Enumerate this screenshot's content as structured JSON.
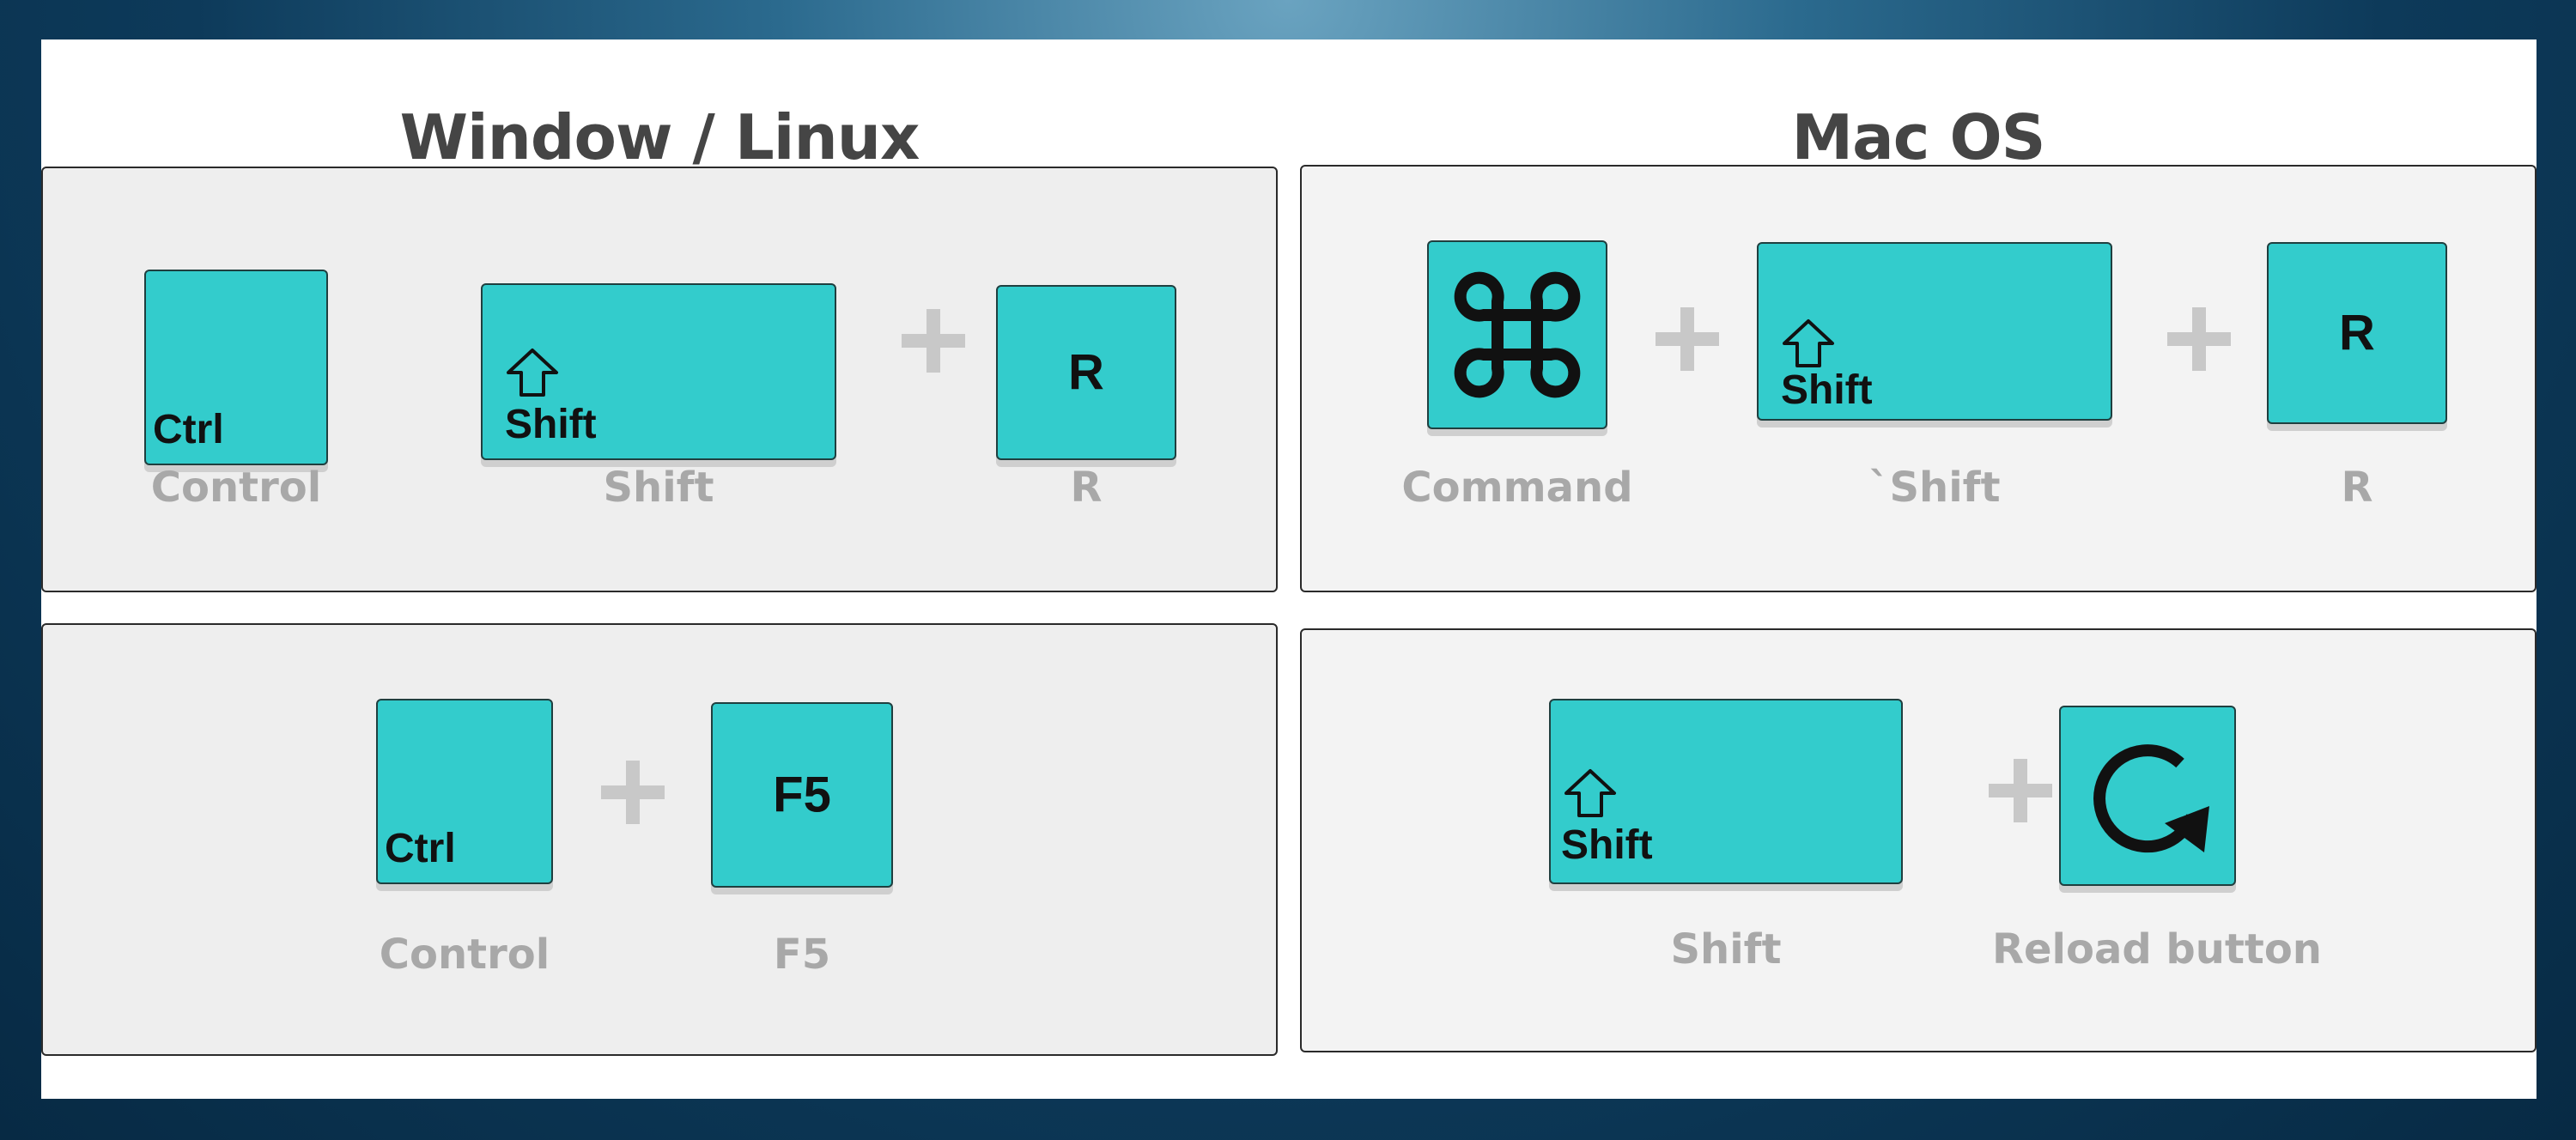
{
  "headers": {
    "windows_linux": "Window / Linux",
    "mac_os": "Mac OS"
  },
  "windows_row1": {
    "keys": {
      "ctrl": "Ctrl",
      "shift": "Shift",
      "r": "R"
    },
    "captions": {
      "ctrl": "Control",
      "shift": "Shift",
      "r": "R"
    }
  },
  "windows_row2": {
    "keys": {
      "ctrl": "Ctrl",
      "f5": "F5"
    },
    "captions": {
      "ctrl": "Control",
      "f5": "F5"
    }
  },
  "mac_row1": {
    "keys": {
      "shift": "Shift",
      "r": "R"
    },
    "icons": {
      "command": "command-icon",
      "shift": "shift-arrow-icon"
    },
    "captions": {
      "command": "Command",
      "shift": "`Shift",
      "r": "R"
    }
  },
  "mac_row2": {
    "keys": {
      "shift": "Shift"
    },
    "icons": {
      "shift": "shift-arrow-icon",
      "reload": "reload-icon"
    },
    "captions": {
      "shift": "Shift",
      "reload": "Reload button"
    }
  },
  "colors": {
    "key_fill": "#33cccc",
    "plus": "#c8c8c8",
    "caption": "#a8a8a8",
    "title": "#454545"
  }
}
